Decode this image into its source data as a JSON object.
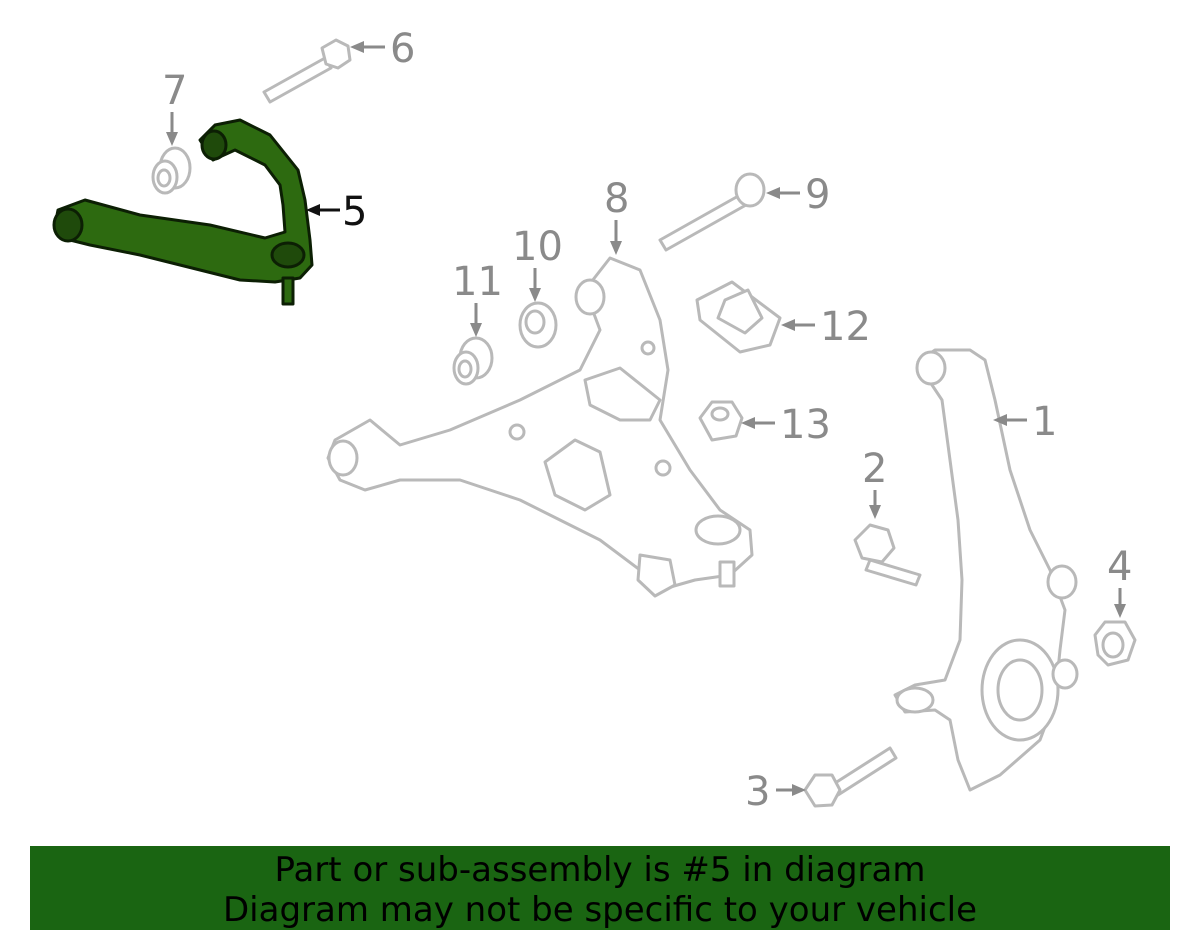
{
  "diagram": {
    "callouts": [
      {
        "id": "1",
        "label": "1"
      },
      {
        "id": "2",
        "label": "2"
      },
      {
        "id": "3",
        "label": "3"
      },
      {
        "id": "4",
        "label": "4"
      },
      {
        "id": "5",
        "label": "5"
      },
      {
        "id": "6",
        "label": "6"
      },
      {
        "id": "7",
        "label": "7"
      },
      {
        "id": "8",
        "label": "8"
      },
      {
        "id": "9",
        "label": "9"
      },
      {
        "id": "10",
        "label": "10"
      },
      {
        "id": "11",
        "label": "11"
      },
      {
        "id": "12",
        "label": "12"
      },
      {
        "id": "13",
        "label": "13"
      }
    ],
    "highlighted_part": "5",
    "highlight_color": "#2d6a10"
  },
  "banner": {
    "line1": "Part or sub-assembly is #5 in diagram",
    "line2": "Diagram may not be specific to your vehicle",
    "background": "#1a6512"
  }
}
